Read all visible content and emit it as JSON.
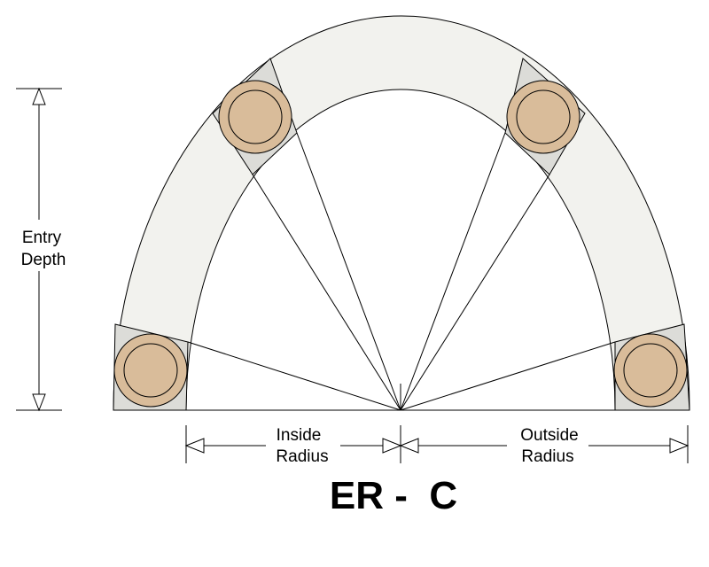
{
  "diagram": {
    "labels": {
      "entry_depth_line1": "Entry",
      "entry_depth_line2": "Depth",
      "inside_radius_line1": "Inside",
      "inside_radius_line2": "Radius",
      "outside_radius_line1": "Outside",
      "outside_radius_line2": "Radius",
      "title": "ER -  C"
    },
    "colors": {
      "arch_fill": "#f2f2ee",
      "corner_fill": "#dcdcd8",
      "post_fill": "#d9bc9a",
      "post_ring": "#c8a27c",
      "stroke": "#000000"
    },
    "icons": [
      "arrow-up-icon",
      "arrow-down-icon",
      "arrow-left-icon",
      "arrow-right-icon"
    ]
  }
}
